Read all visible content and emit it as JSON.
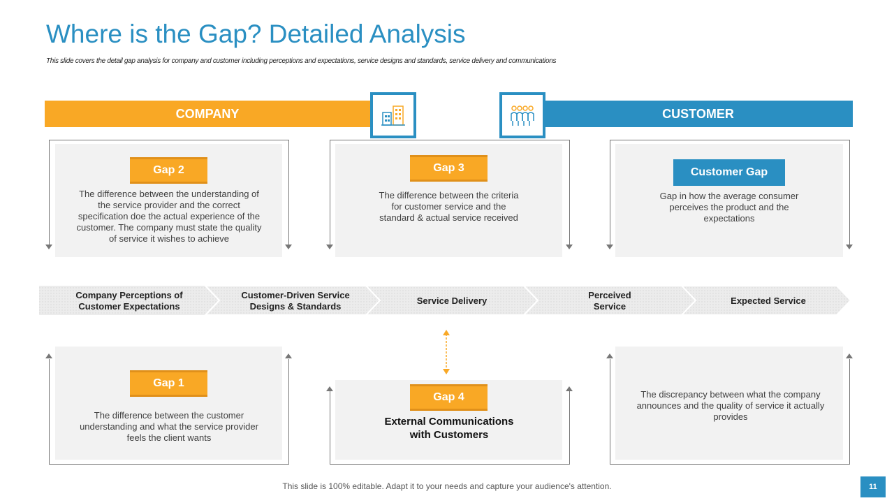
{
  "header": {
    "title": "Where is the Gap? Detailed Analysis",
    "subtitle": "This slide covers the detail gap analysis for company and customer including perceptions and expectations, service designs and standards, service delivery and communications"
  },
  "bands": {
    "company": "COMPANY",
    "customer": "CUSTOMER"
  },
  "icons": {
    "company": "buildings-icon",
    "customer": "group-people-icon"
  },
  "gaps": {
    "gap2": {
      "label": "Gap 2",
      "text": "The difference between the understanding of the service provider and the correct specification doe the actual experience of the customer. The company must state the quality of service it wishes to achieve"
    },
    "gap3": {
      "label": "Gap 3",
      "text": "The difference between the criteria for customer service and the standard & actual service received"
    },
    "customer_gap": {
      "label": "Customer Gap",
      "text": "Gap in how the average consumer perceives the product and the expectations"
    },
    "gap1": {
      "label": "Gap 1",
      "text": "The difference between the customer understanding and what the service provider feels the client wants"
    },
    "gap4": {
      "label": "Gap 4",
      "text": "External Communications with Customers"
    },
    "discrepancy": {
      "text": "The discrepancy between what the company announces and the quality of service it actually provides"
    }
  },
  "process": [
    {
      "label": "Company Perceptions of Customer Expectations"
    },
    {
      "label": "Customer-Driven Service Designs & Standards"
    },
    {
      "label": "Service Delivery"
    },
    {
      "label": "Perceived Service"
    },
    {
      "label": "Expected Service"
    }
  ],
  "footer": {
    "note": "This slide is 100% editable. Adapt it to your needs and capture your audience's attention.",
    "page": "11"
  },
  "colors": {
    "accent_orange": "#f9a825",
    "accent_blue": "#2a8fc2",
    "panel_gray": "#f2f2f2"
  }
}
